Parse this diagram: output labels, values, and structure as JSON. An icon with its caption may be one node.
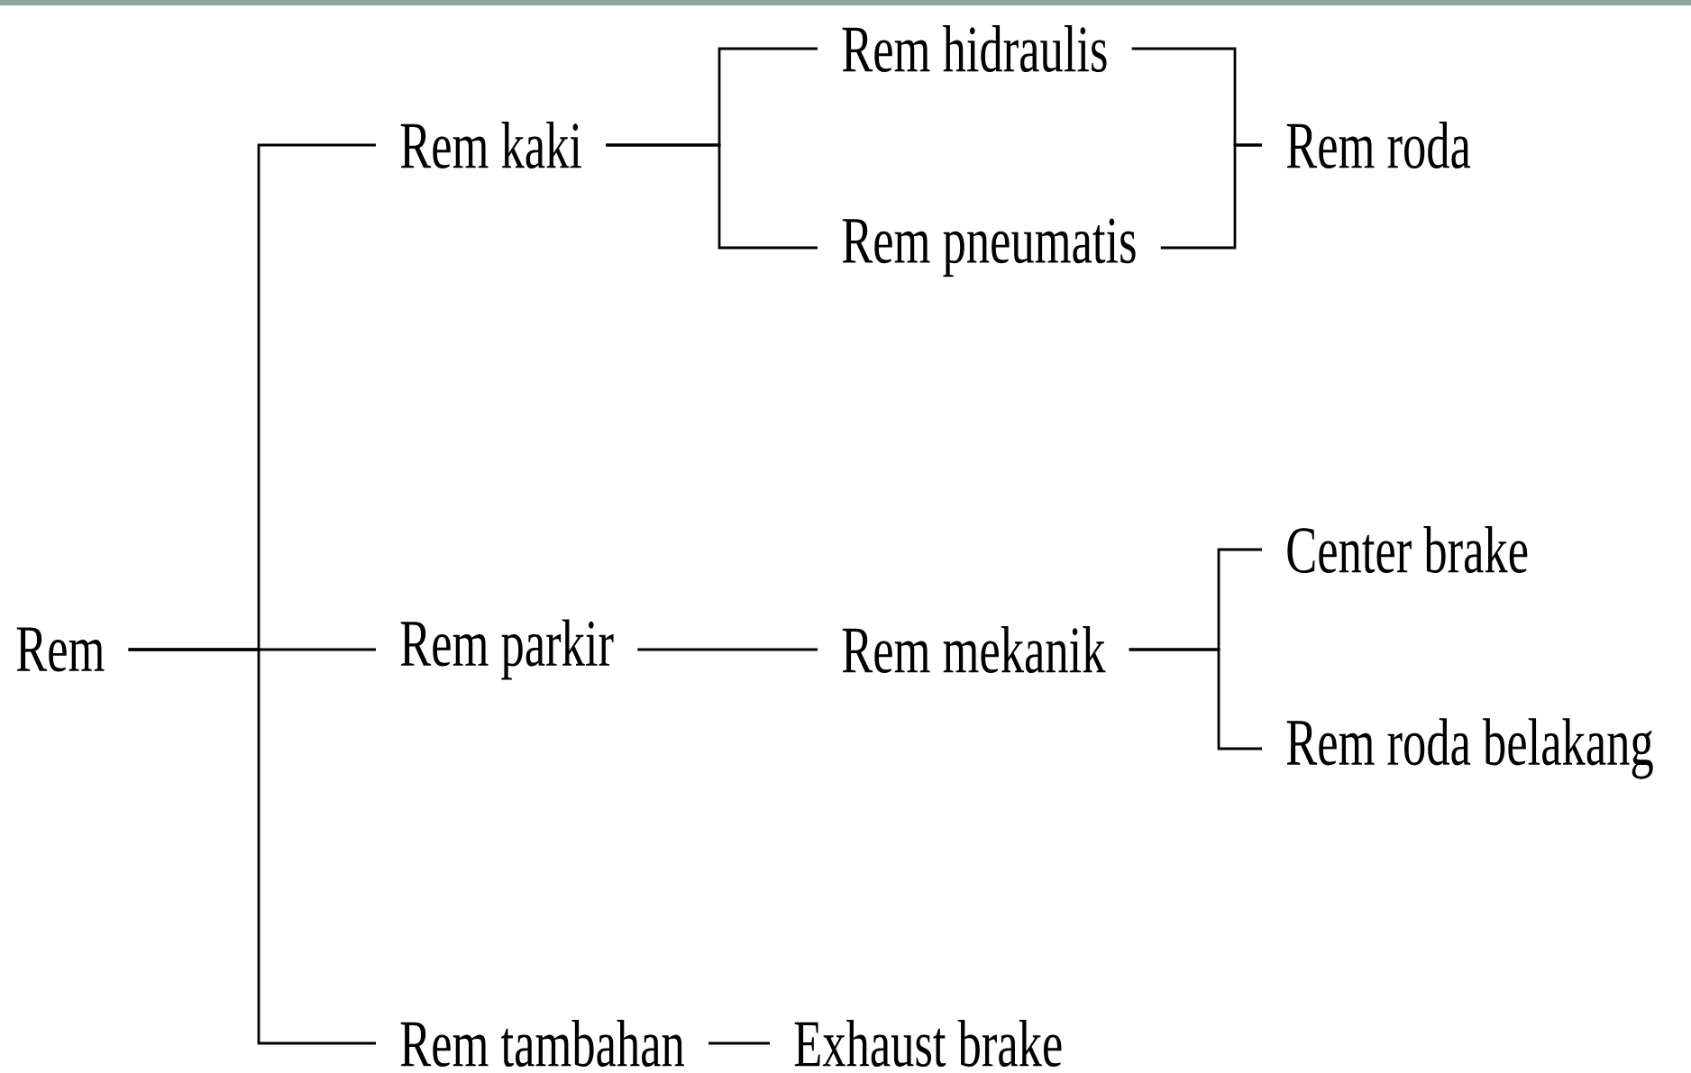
{
  "diagram": {
    "nodes": [
      {
        "text": [
          "Rem"
        ]
      },
      {
        "text": [
          "Rem kaki"
        ]
      },
      {
        "text": [
          "Rem parkir"
        ]
      },
      {
        "text": [
          "Rem tambahan"
        ]
      },
      {
        "text": [
          "Exhaust brake"
        ]
      },
      {
        "text": [
          "Rem hidraulis"
        ]
      },
      {
        "text": [
          "Rem pneumatis"
        ]
      },
      {
        "text": [
          "Rem roda"
        ]
      },
      {
        "text": [
          "Rem mekanik"
        ]
      },
      {
        "text": [
          "Center brake"
        ]
      },
      {
        "text": [
          "Rem roda belakang"
        ]
      }
    ],
    "edges": [
      {
        "from": 0,
        "to": 1,
        "arrow": "none"
      },
      {
        "from": 0,
        "to": 2,
        "arrow": "none"
      },
      {
        "from": 0,
        "to": 3,
        "arrow": "none"
      },
      {
        "from": 3,
        "to": 4,
        "arrow": "none"
      },
      {
        "from": 1,
        "to": 5,
        "arrow": "none"
      },
      {
        "from": 1,
        "to": 6,
        "arrow": "none"
      },
      {
        "from": 5,
        "to": 7,
        "arrow": "none"
      },
      {
        "from": 6,
        "to": 7,
        "arrow": "none"
      },
      {
        "from": 2,
        "to": 8,
        "arrow": "none"
      },
      {
        "from": 8,
        "to": 9,
        "arrow": "none"
      },
      {
        "from": 8,
        "to": 10,
        "arrow": "none"
      }
    ]
  }
}
